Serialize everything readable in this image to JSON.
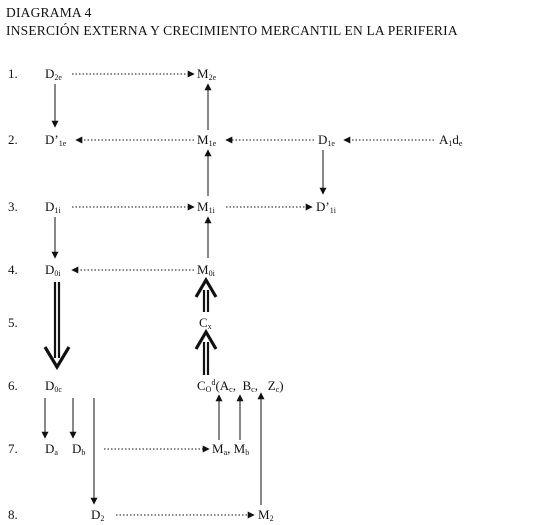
{
  "title": {
    "line1": "DIAGRAMA 4",
    "line2": "INSERCIÓN EXTERNA Y CRECIMIENTO MERCANTIL EN LA PERIFERIA"
  },
  "rows": [
    "1.",
    "2.",
    "3.",
    "4.",
    "5.",
    "6.",
    "7.",
    "8."
  ],
  "nodes": {
    "D2e": {
      "base": "D",
      "sub": "2e"
    },
    "M2e": {
      "base": "M",
      "sub": "2e"
    },
    "Dp1e": {
      "base": "D’",
      "sub": "1e"
    },
    "M1e": {
      "base": "M",
      "sub": "1e"
    },
    "D1e": {
      "base": "D",
      "sub": "1e"
    },
    "A1de": {
      "base": "A",
      "sub": "1",
      "base2": "d",
      "sub2": "e"
    },
    "D1i": {
      "base": "D",
      "sub": "1i"
    },
    "M1i": {
      "base": "M",
      "sub": "1i"
    },
    "Dp1i": {
      "base": "D’",
      "sub": "1i"
    },
    "D0i": {
      "base": "D",
      "sub": "0i"
    },
    "M0i": {
      "base": "M",
      "sub": "0i"
    },
    "Cx": {
      "base": "C",
      "sub": "x"
    },
    "D0c": {
      "base": "D",
      "sub": "0c"
    },
    "C0d": {
      "base": "C",
      "sub": "O",
      "sup": "d",
      "rest": "(A",
      "sub2": "c",
      "comma": ",",
      "b": "B",
      "sub3": "c",
      "comma2": ",",
      "z": "Z",
      "sub4": "c",
      "close": ")"
    },
    "Da": {
      "base": "D",
      "sub": "a"
    },
    "Db": {
      "base": "D",
      "sub": "b"
    },
    "MaMb": {
      "base": "M",
      "sub": "a",
      "comma": ",",
      "base2": "M",
      "sub2": "b"
    },
    "D2": {
      "base": "D",
      "sub": "2"
    },
    "M2": {
      "base": "M",
      "sub": "2"
    }
  }
}
